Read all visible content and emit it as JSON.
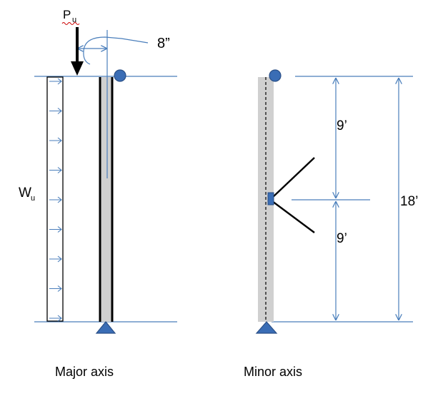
{
  "labels": {
    "load": "P",
    "load_sub": "u",
    "distributed_load": "W",
    "distributed_load_sub": "u",
    "eccentricity": "8”",
    "half_span_top": "9’",
    "half_span_bottom": "9’",
    "full_span": "18’",
    "major_axis": "Major axis",
    "minor_axis": "Minor axis"
  },
  "distributed_load": {
    "arrow_count": 9
  },
  "colors": {
    "dimension_line": "#4a7ebb",
    "member_fill": "#d0d0d0",
    "support": "#3a6db5",
    "support_stroke": "#2a4f86",
    "ink": "#000000",
    "spellcheck_underline": "#cc0000"
  }
}
